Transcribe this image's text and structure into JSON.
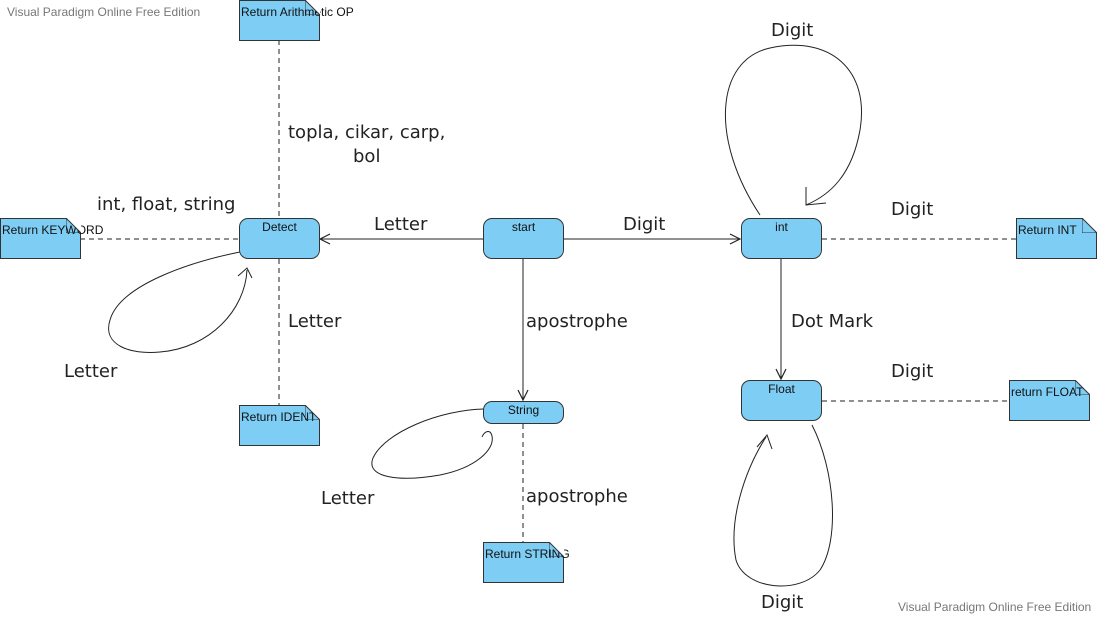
{
  "watermark": "Visual Paradigm Online Free Edition",
  "states": {
    "start": "start",
    "detect": "Detect",
    "int": "int",
    "string": "String",
    "float": "Float"
  },
  "notes": {
    "return_arithmetic": "Return Arithmetic OP",
    "return_keyword": "Return KEYWORD",
    "return_ident": "Return IDENT",
    "return_string": "Return STRING",
    "return_int": "Return INT",
    "return_float": "return FLOAT"
  },
  "labels": {
    "start_to_detect": "Letter",
    "start_to_int": "Digit",
    "start_to_string": "apostrophe",
    "int_to_float": "Dot Mark",
    "int_self_loop": "Digit",
    "float_self_loop": "Digit",
    "detect_self_loop": "Letter",
    "string_self_loop": "Letter",
    "detect_arithmetic_line1": "topla, cikar, carp,",
    "detect_arithmetic_line2": "bol",
    "detect_keyword": "int, float, string",
    "detect_ident": "Letter",
    "string_return": "apostrophe",
    "int_return": "Digit",
    "float_return": "Digit"
  },
  "colors": {
    "node_fill": "#7dcdf5",
    "stroke": "#333333"
  }
}
